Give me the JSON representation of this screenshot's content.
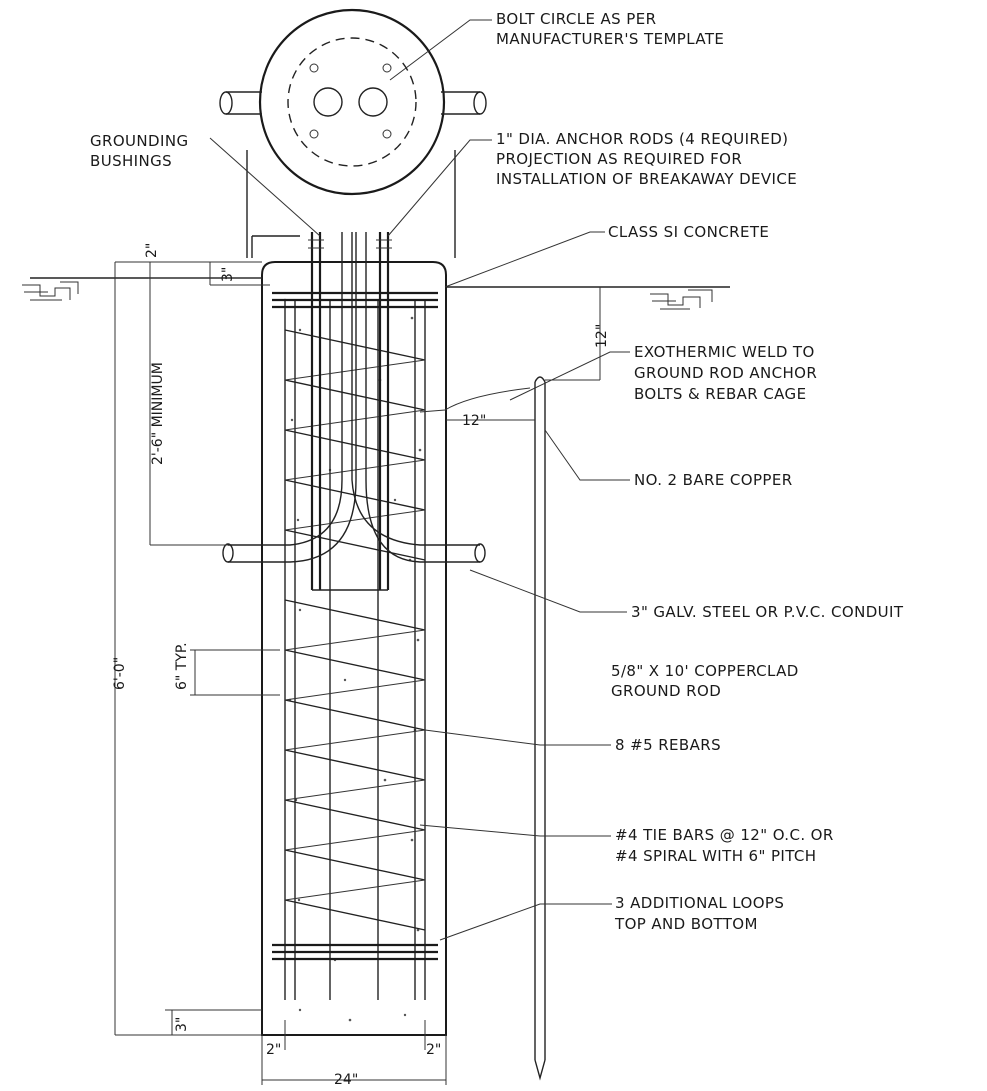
{
  "labels": {
    "bolt_circle": [
      "BOLT CIRCLE AS PER",
      "MANUFACTURER'S TEMPLATE"
    ],
    "grounding_bushings": [
      "GROUNDING",
      "BUSHINGS"
    ],
    "anchor_rods": [
      "1\" DIA. ANCHOR RODS (4 REQUIRED)",
      "PROJECTION AS REQUIRED FOR",
      "INSTALLATION OF BREAKAWAY DEVICE"
    ],
    "class_si": [
      "CLASS SI CONCRETE"
    ],
    "exothermic": [
      "EXOTHERMIC WELD TO",
      "GROUND ROD ANCHOR",
      "BOLTS & REBAR CAGE"
    ],
    "copper": [
      "NO. 2 BARE COPPER"
    ],
    "conduit": [
      "3\" GALV. STEEL OR P.V.C. CONDUIT"
    ],
    "ground_rod": [
      "5/8\" X 10' COPPERCLAD",
      "GROUND ROD"
    ],
    "rebars": [
      "8 #5 REBARS"
    ],
    "tie_bars": [
      "#4 TIE BARS @ 12\" O.C. OR",
      "#4 SPIRAL WITH 6\" PITCH"
    ],
    "loops": [
      "3 ADDITIONAL LOOPS",
      "TOP AND BOTTOM"
    ]
  },
  "dimensions": {
    "top_projection": "2\"",
    "top_cover": "3\"",
    "min_depth": "2'-6\" MINIMUM",
    "total_depth": "6'-0\"",
    "pitch": "6\" TYP.",
    "bottom_cover": "3\"",
    "side_left": "2\"",
    "side_right": "2\"",
    "width": "24\"",
    "rod_depth": "12\"",
    "rod_offset": "12\""
  }
}
